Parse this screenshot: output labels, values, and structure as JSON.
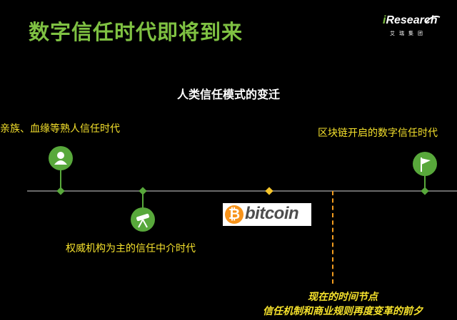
{
  "page": {
    "title": "数字信任时代即将到来"
  },
  "logo": {
    "name_i": "i",
    "name_rest": "Research",
    "subtitle": "艾瑞集团"
  },
  "diagram": {
    "title": "人类信任模式的变迁",
    "eras": [
      {
        "label": "亲族、血缘等熟人信任时代",
        "icon": "person-icon"
      },
      {
        "label": "权威机构为主的信任中介时代",
        "icon": "telescope-icon"
      },
      {
        "label": "区块链开启的数字信任时代",
        "icon": "flag-icon"
      }
    ],
    "bitcoin": {
      "symbol": "₿",
      "word": "bitcoin"
    },
    "now_note": {
      "line1": "现在的时间节点",
      "line2": "信任机制和商业规则再度变革的前夕"
    }
  },
  "colors": {
    "background": "#000000",
    "title_green": "#7fc142",
    "icon_green": "#58a83b",
    "label_yellow": "#f5e12c",
    "dashed_orange": "#f39c1e",
    "axis_gray": "#6a6a6a",
    "bitcoin_orange": "#f7931a"
  }
}
